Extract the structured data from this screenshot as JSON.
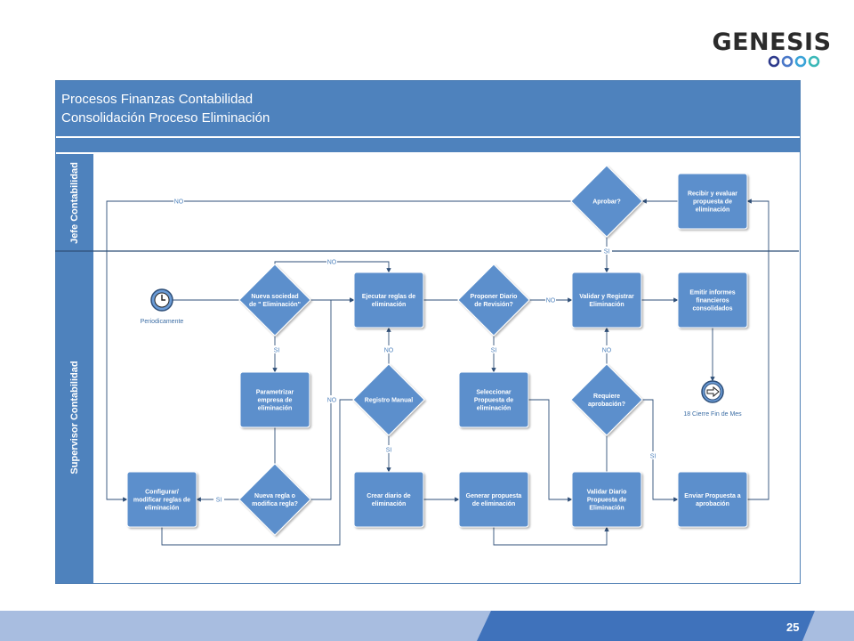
{
  "logo": {
    "text": "GENESIS",
    "ring_colors": [
      "#2d3a8c",
      "#4a78c8",
      "#3aa3d8",
      "#3bb8b8"
    ]
  },
  "pool": {
    "title_line1": "Procesos Finanzas Contabilidad",
    "title_line2": "Consolidación Proceso Eliminación",
    "header_color": "#4e82bd"
  },
  "lanes": [
    {
      "label": "Jefe Contabilidad"
    },
    {
      "label": "Supervisor Contabilidad"
    }
  ],
  "nodes": [
    {
      "id": "start",
      "shape": "timer",
      "label": "Periodicamente"
    },
    {
      "id": "d_nueva_sociedad",
      "shape": "diamond",
      "lines": [
        "Nueva sociedad",
        "de \" Eliminación\""
      ]
    },
    {
      "id": "t_parametrizar",
      "shape": "task",
      "lines": [
        "Parametrizar",
        "empresa de",
        "eliminación"
      ]
    },
    {
      "id": "d_nueva_regla",
      "shape": "diamond",
      "lines": [
        "Nueva regla o",
        "modifica regla?"
      ]
    },
    {
      "id": "t_configurar",
      "shape": "task",
      "lines": [
        "Configurar/",
        "modificar reglas de",
        "eliminación"
      ]
    },
    {
      "id": "t_ejecutar",
      "shape": "task",
      "lines": [
        "Ejecutar reglas de",
        "eliminación"
      ]
    },
    {
      "id": "d_registro_manual",
      "shape": "diamond",
      "lines": [
        "Registro Manual"
      ]
    },
    {
      "id": "t_crear_diario",
      "shape": "task",
      "lines": [
        "Crear diario de",
        "eliminación"
      ]
    },
    {
      "id": "d_proponer",
      "shape": "diamond",
      "lines": [
        "Proponer Diario",
        "de Revisión?"
      ]
    },
    {
      "id": "t_seleccionar",
      "shape": "task",
      "lines": [
        "Seleccionar",
        "Propuesta de",
        "eliminación"
      ]
    },
    {
      "id": "t_generar",
      "shape": "task",
      "lines": [
        "Generar propuesta",
        "de eliminación"
      ]
    },
    {
      "id": "t_validar_registrar",
      "shape": "task",
      "lines": [
        "Validar y Registrar",
        "Eliminación"
      ]
    },
    {
      "id": "d_requiere",
      "shape": "diamond",
      "lines": [
        "Requiere",
        "aprobación?"
      ]
    },
    {
      "id": "t_validar_diario",
      "shape": "task",
      "lines": [
        "Validar Diario",
        "Propuesta de",
        "Eliminación"
      ]
    },
    {
      "id": "t_emitir",
      "shape": "task",
      "lines": [
        "Emitir informes",
        "financieros",
        "consolidados"
      ]
    },
    {
      "id": "end",
      "shape": "link_event",
      "label": "18 Cierre Fin de Mes"
    },
    {
      "id": "t_enviar",
      "shape": "task",
      "lines": [
        "Enviar Propuesta a",
        "aprobación"
      ]
    },
    {
      "id": "t_recibir",
      "shape": "task",
      "lines": [
        "Recibir y evaluar",
        "propuesta de",
        "eliminación"
      ]
    },
    {
      "id": "d_aprobar",
      "shape": "diamond",
      "lines": [
        "Aprobar?"
      ]
    }
  ],
  "edge_labels": {
    "no": "NO",
    "si": "SI"
  },
  "footer": {
    "page_number": "25",
    "bar_color": "#a8bde0",
    "accent_color": "#3f72bb"
  }
}
